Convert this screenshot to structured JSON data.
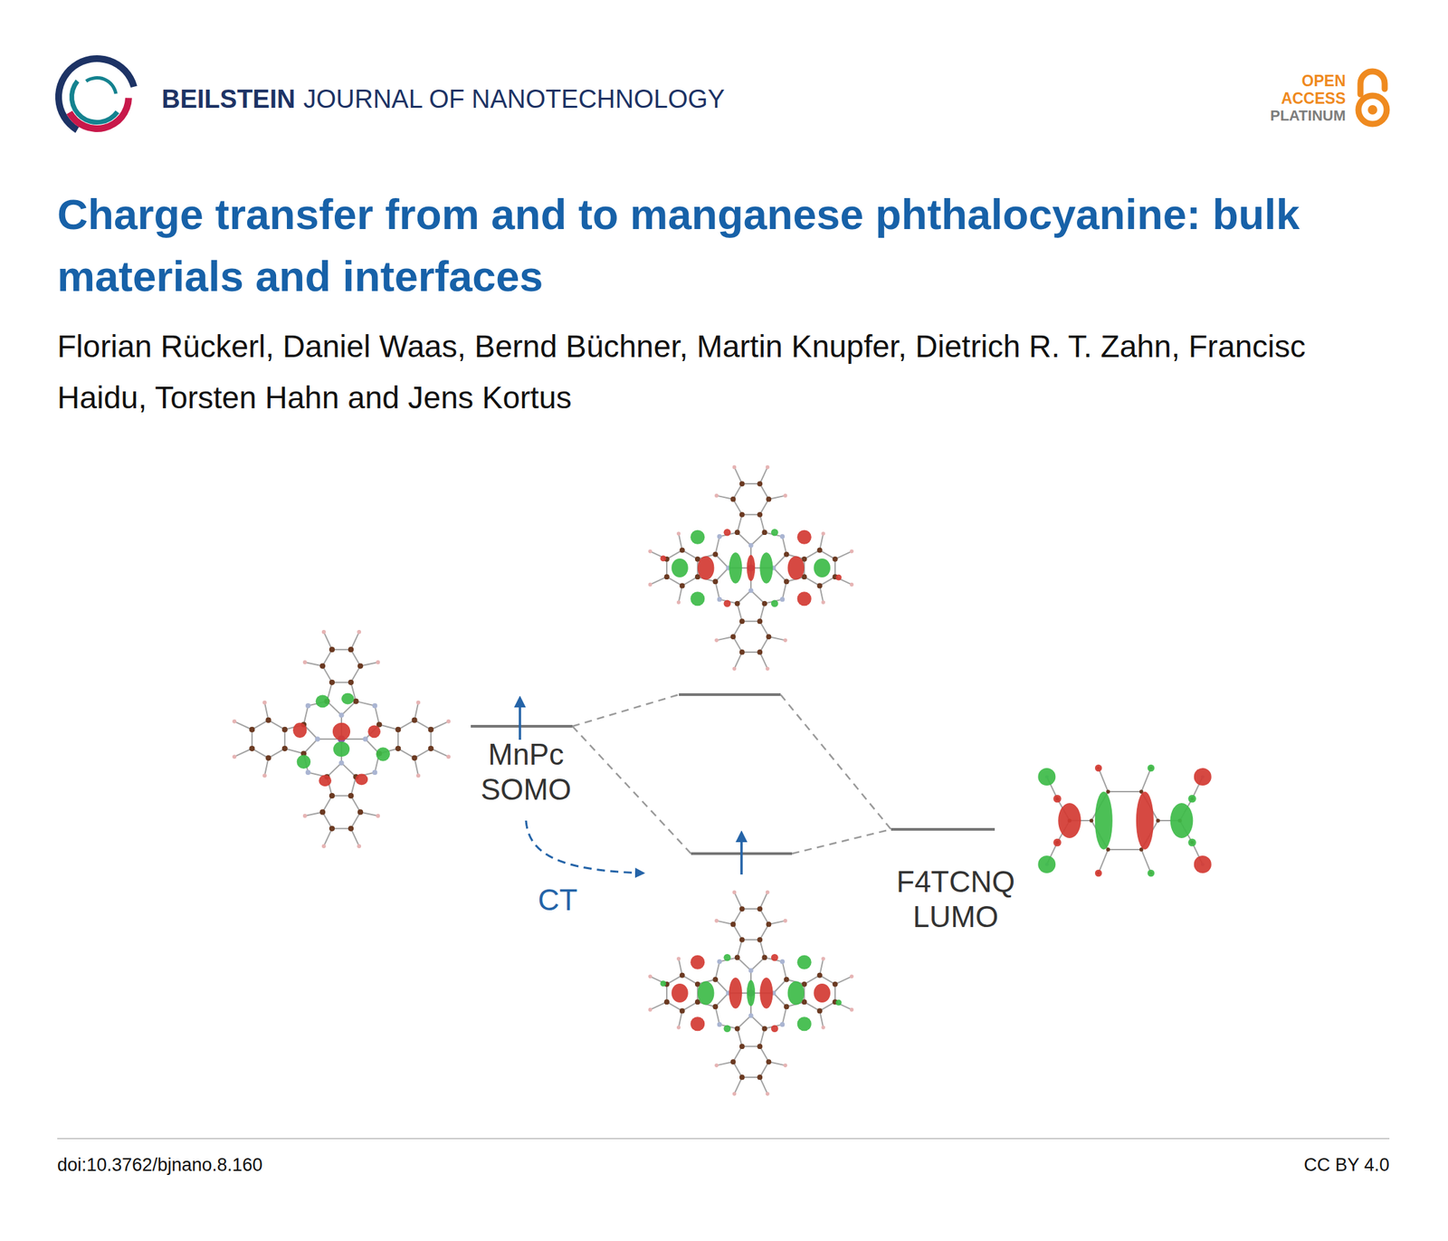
{
  "diagram": {
    "title": "Charge transfer from and to manganese phthalocyanine: bulk materials and interfaces",
    "nodes": [
      {
        "text": [
          "MnPc SOMO"
        ]
      },
      {
        "text": [
          "F4TCNQ LUMO"
        ]
      }
    ],
    "labels": [
      "BEILSTEIN",
      "JOURNAL OF NANOTECHNOLOGY",
      "OPEN",
      "ACCESS",
      "PLATINUM",
      "Florian Rückerl, Daniel Waas, Bernd Büchner, Martin Knupfer, Dietrich R. T. Zahn, Francisc Haidu, Torsten Hahn and Jens Kortus",
      "CT",
      "doi:10.3762/bjnano.8.160",
      "CC BY 4.0"
    ]
  }
}
